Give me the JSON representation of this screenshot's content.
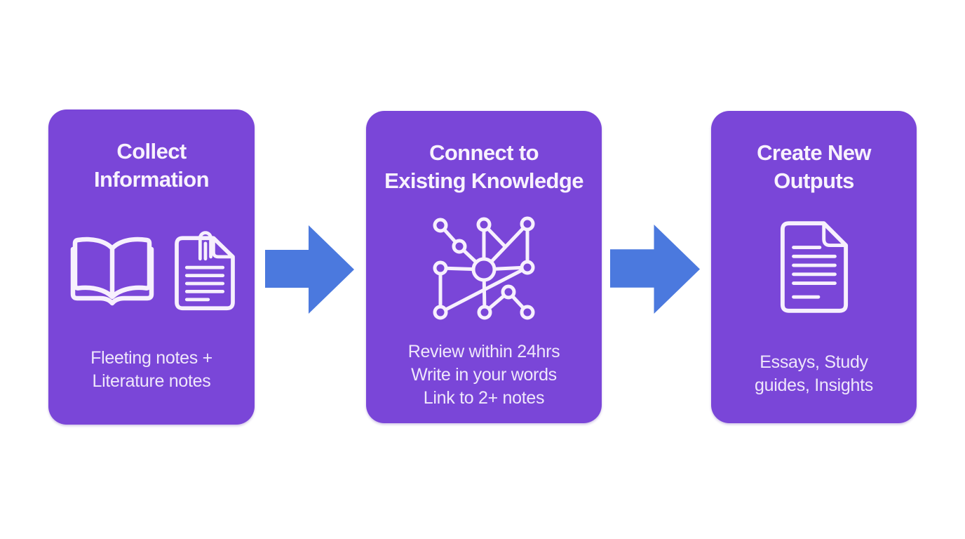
{
  "page": {
    "background": "#ffffff"
  },
  "colors": {
    "card": "#7a46d8",
    "arrow": "#4b79de",
    "title_text": "#f8f2fd",
    "body_text": "#efe7fb",
    "icon_stroke": "#f7f0fd"
  },
  "cards": [
    {
      "title_line1": "Collect",
      "title_line2": "Information",
      "body_line1": "Fleeting notes +",
      "body_line2": "Literature notes",
      "icons": [
        "open-book-icon",
        "paperclip-note-icon"
      ]
    },
    {
      "title_line1": "Connect to",
      "title_line2": "Existing Knowledge",
      "body_line1": "Review within 24hrs",
      "body_line2": "Write in your words",
      "body_line3": "Link to 2+ notes",
      "icons": [
        "network-graph-icon"
      ]
    },
    {
      "title_line1": "Create New",
      "title_line2": "Outputs",
      "body_line1": "Essays, Study",
      "body_line2": "guides, Insights",
      "icons": [
        "document-icon"
      ]
    }
  ],
  "arrows": [
    {
      "name": "flow-arrow-1",
      "direction": "right"
    },
    {
      "name": "flow-arrow-2",
      "direction": "right"
    }
  ]
}
